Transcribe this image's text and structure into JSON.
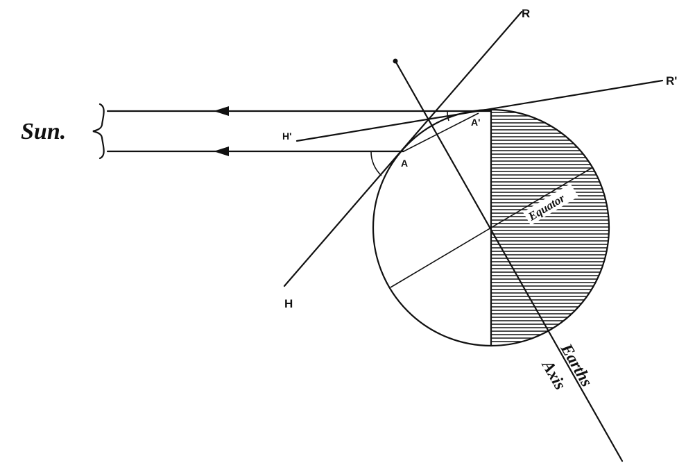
{
  "labels": {
    "sun": "Sun.",
    "r": "R",
    "r_prime": "R'",
    "h": "H",
    "h_prime": "H'",
    "a": "A",
    "a_prime": "A'",
    "equator": "Equator",
    "earths": "Earths",
    "axis": "Axis"
  }
}
